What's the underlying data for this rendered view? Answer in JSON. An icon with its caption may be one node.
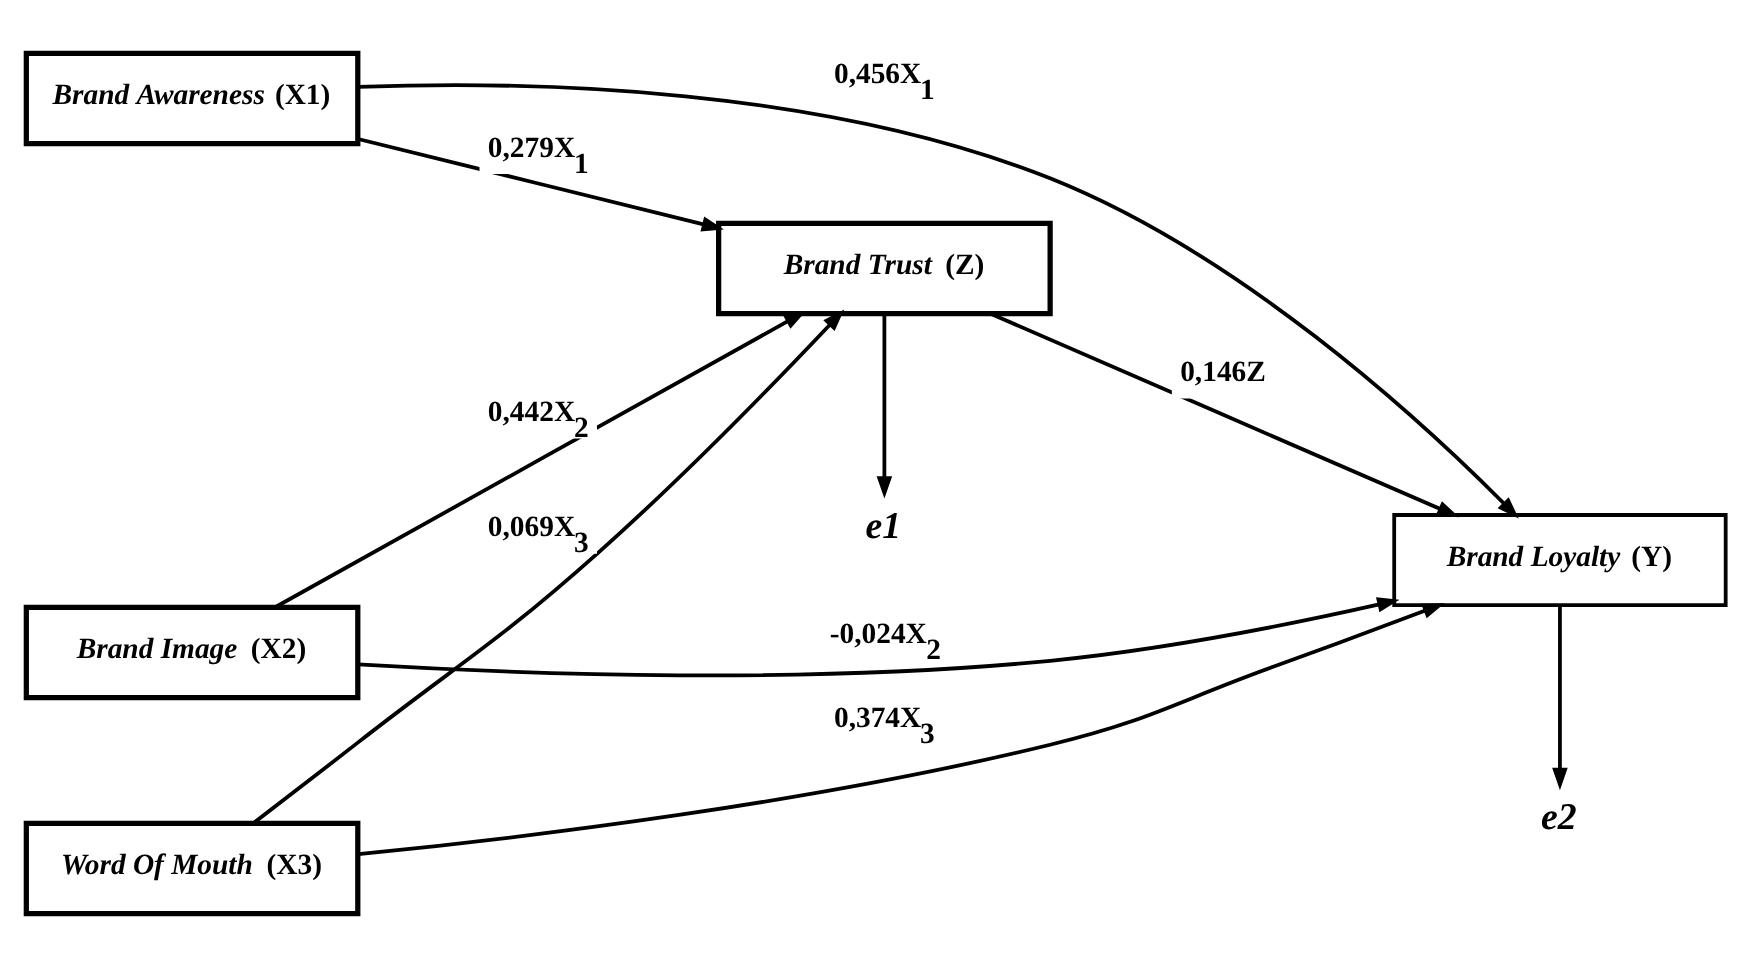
{
  "diagram": {
    "nodes": [
      {
        "text": [
          "*Brand Awareness* (X1)"
        ]
      },
      {
        "text": [
          "*Brand Image* (X2)"
        ]
      },
      {
        "text": [
          "*Word Of Mouth* (X3)"
        ]
      },
      {
        "text": [
          "*Brand Trust* (Z)"
        ]
      },
      {
        "text": [
          "*Brand Loyalty* (Y)"
        ]
      },
      {
        "text": [
          "e1"
        ]
      },
      {
        "text": [
          "e2"
        ]
      }
    ],
    "edges": [
      {
        "from": 0,
        "to": 3,
        "arrow": "to",
        "label": "0,279X$_{1}$"
      },
      {
        "from": 1,
        "to": 3,
        "arrow": "to",
        "label": "0,442X$_{2}$"
      },
      {
        "from": 2,
        "to": 3,
        "arrow": "to",
        "label": "0,069X$_{3}$"
      },
      {
        "from": 3,
        "to": 4,
        "arrow": "to",
        "label": "0,146Z"
      },
      {
        "from": 3,
        "to": 5,
        "arrow": "to"
      },
      {
        "from": 4,
        "to": 6,
        "arrow": "to"
      },
      {
        "from": 0,
        "to": 4,
        "arrow": "to",
        "label": "0,456X$_{1}$"
      },
      {
        "from": 2,
        "to": 4,
        "arrow": "to",
        "label": "0,374X$_{3}$"
      },
      {
        "from": 1,
        "to": 4,
        "arrow": "to",
        "label": "-0,024X$_{2}$"
      }
    ]
  }
}
